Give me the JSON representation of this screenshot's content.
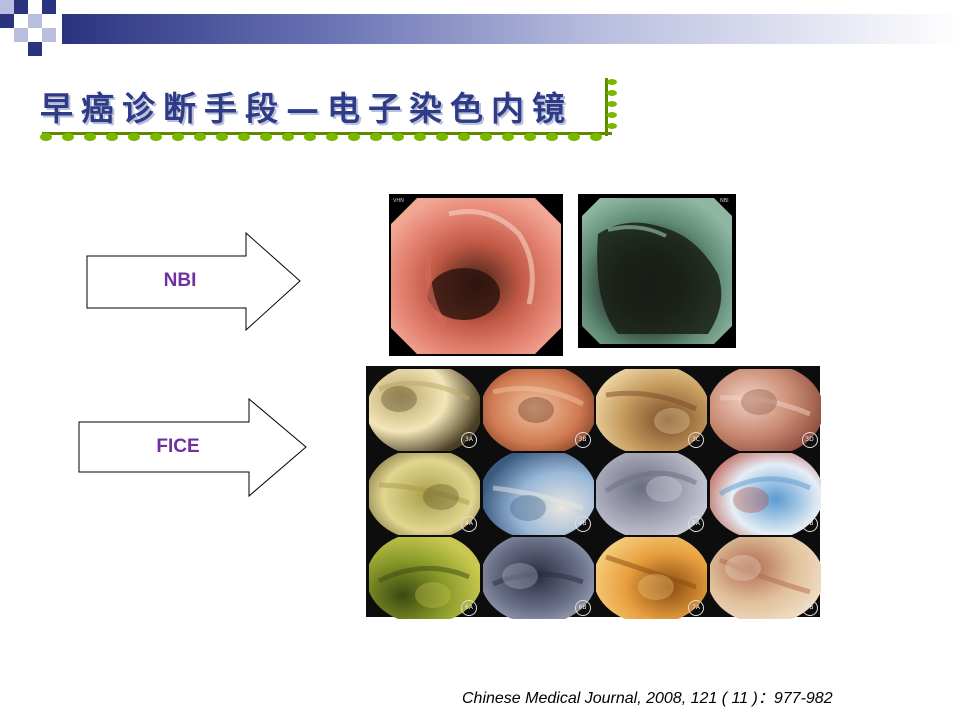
{
  "slide": {
    "title": "早癌诊断手段—电子染色内镜",
    "citation": "Chinese Medical Journal, 2008, 121 ( 11 )：977-982"
  },
  "arrows": [
    {
      "label": "NBI"
    },
    {
      "label": "FICE"
    }
  ],
  "nbi_images": [
    {
      "corner_tag": "VHN"
    },
    {
      "corner_tag": "NBI"
    }
  ],
  "fice_tiles": [
    {
      "tag": "3A"
    },
    {
      "tag": "3B"
    },
    {
      "tag": "3C"
    },
    {
      "tag": "3D"
    },
    {
      "tag": "4A"
    },
    {
      "tag": "4B"
    },
    {
      "tag": "5A"
    },
    {
      "tag": "5B"
    },
    {
      "tag": "6A"
    },
    {
      "tag": "6B"
    },
    {
      "tag": "7A"
    },
    {
      "tag": "7B"
    }
  ],
  "colors": {
    "title": "#2e3b86",
    "arrow_label": "#7030a0",
    "leaf_green": "#7ab800"
  }
}
